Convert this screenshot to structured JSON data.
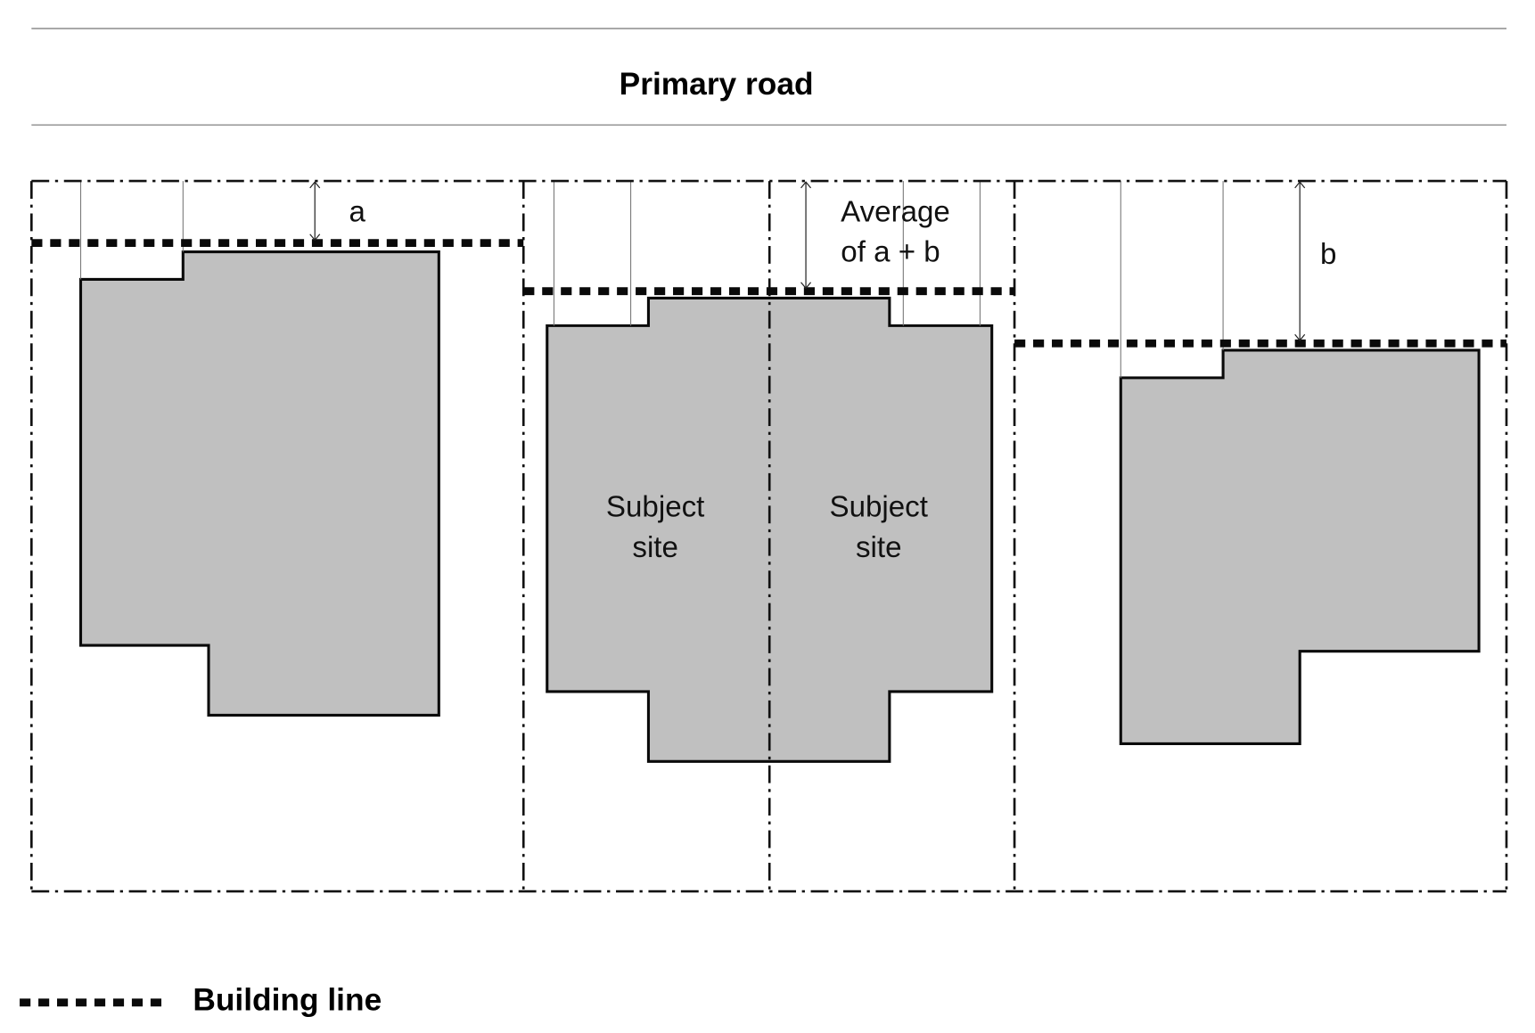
{
  "road": {
    "label": "Primary road"
  },
  "labels": {
    "a": "a",
    "average_line1": "Average",
    "average_line2": "of a + b",
    "b": "b",
    "subject_left_line1": "Subject",
    "subject_left_line2": "site",
    "subject_right_line1": "Subject",
    "subject_right_line2": "site"
  },
  "legend": {
    "label": "Building line"
  },
  "colors": {
    "building_fill": "#c0c0c0",
    "line": "#0a0a0a",
    "road_line": "#8c8c8c"
  }
}
